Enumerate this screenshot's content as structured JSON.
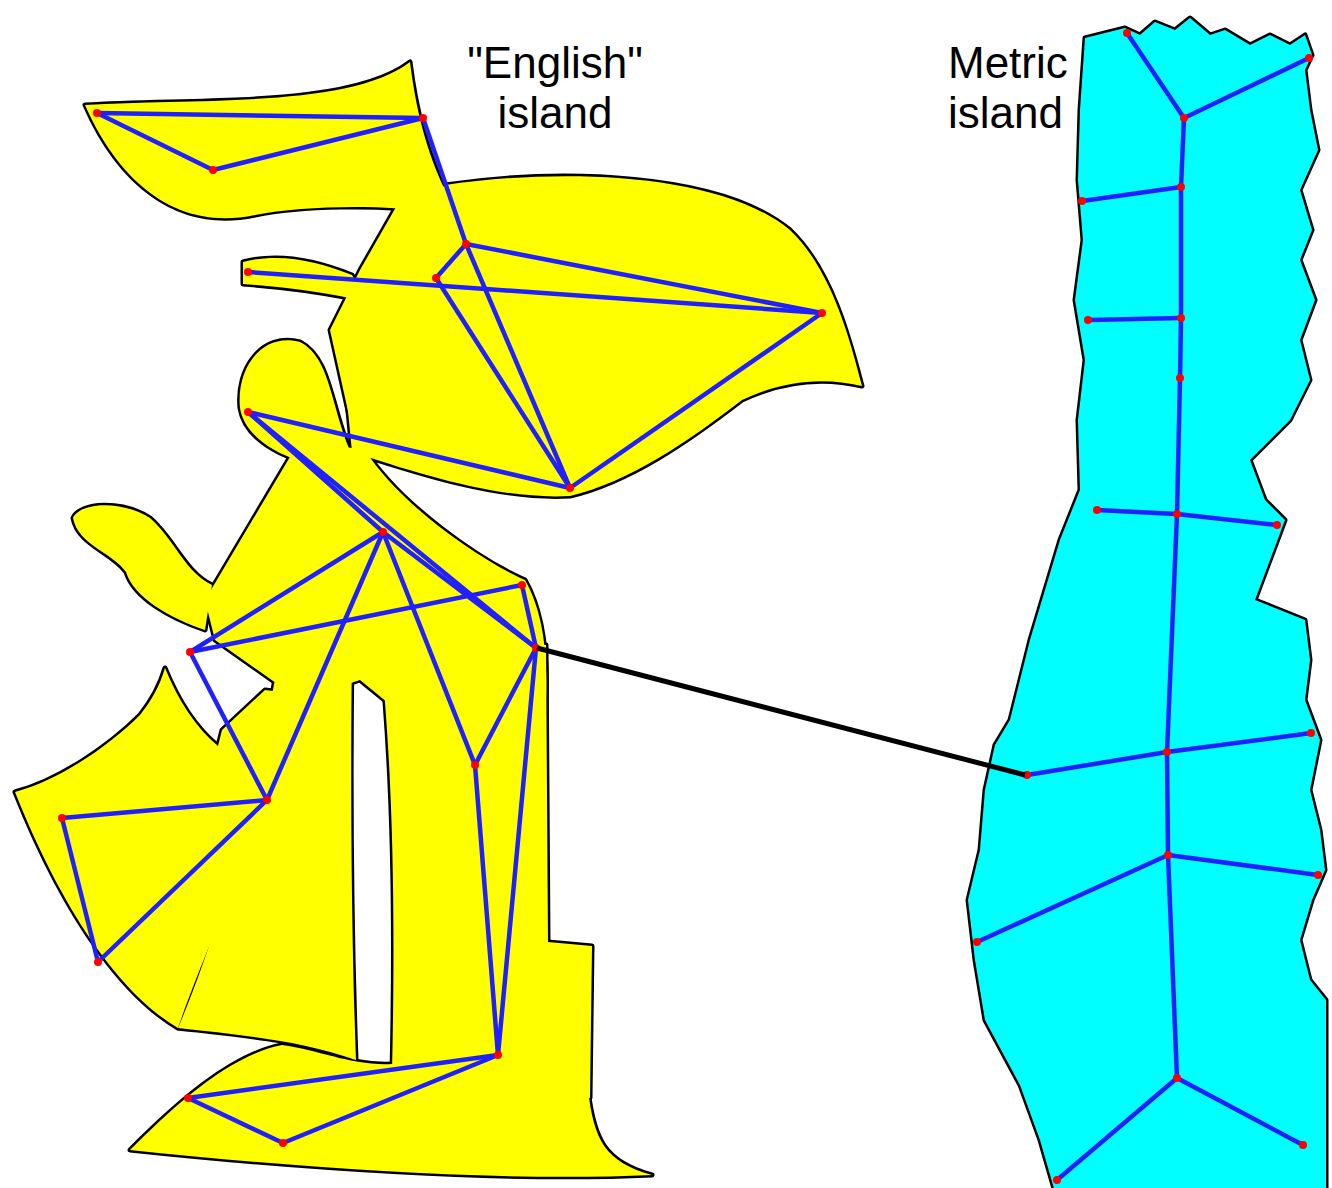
{
  "diagram": {
    "nodes": [
      {
        "text": [
          "\"English\" island"
        ]
      },
      {
        "text": [
          "Metric island"
        ]
      }
    ],
    "edges": [
      {
        "from": 0,
        "to": 1,
        "arrow": "none"
      }
    ]
  }
}
